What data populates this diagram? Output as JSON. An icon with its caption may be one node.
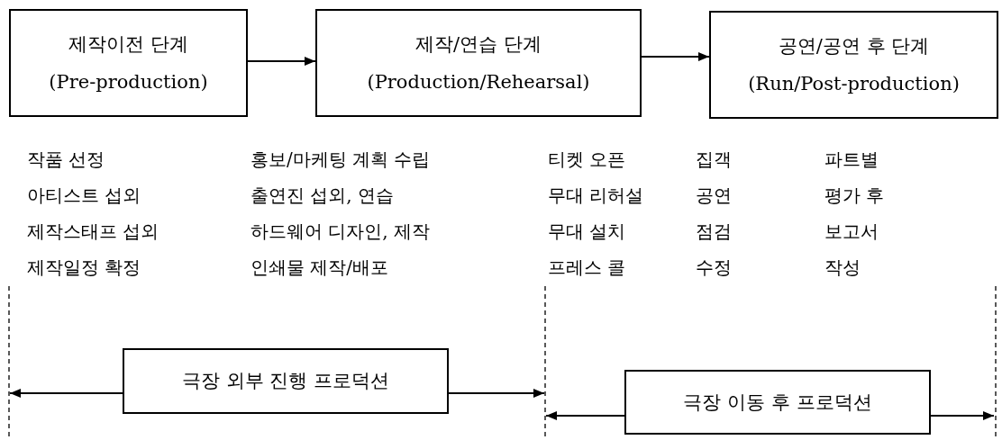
{
  "diagram": {
    "nodes": [
      {
        "text": [
          "제작이전 단계",
          "(Pre-production)"
        ]
      },
      {
        "text": [
          "제작/연습 단계",
          "(Production/Rehearsal)"
        ]
      },
      {
        "text": [
          "공연/공연 후 단계",
          "(Run/Post-production)"
        ]
      },
      {
        "text": [
          "극장 외부 진행 프로덕션"
        ]
      },
      {
        "text": [
          "극장 이동 후 프로덕션"
        ]
      }
    ],
    "edges": [
      {
        "from": 0,
        "to": 1,
        "arrow": "to"
      },
      {
        "from": 1,
        "to": 2,
        "arrow": "to"
      },
      {
        "from": 3,
        "to": null,
        "arrow": "to"
      },
      {
        "from": 3,
        "to": null,
        "arrow": "to"
      },
      {
        "from": 4,
        "to": null,
        "arrow": "to"
      },
      {
        "from": 4,
        "to": null,
        "arrow": "to"
      }
    ],
    "labels": [
      "작품 선정",
      "홍보/마케팅 계획 수립",
      "티켓 오픈",
      "집객",
      "파트별",
      "아티스트 섭외",
      "출연진 섭외, 연습",
      "무대 리허설",
      "공연",
      "평가 후",
      "제작스태프 섭외",
      "하드웨어 디자인, 제작",
      "무대 설치",
      "점검",
      "보고서",
      "제작일정 확정",
      "인쇄물 제작/배포",
      "프레스 콜",
      "수정",
      "작성"
    ]
  }
}
